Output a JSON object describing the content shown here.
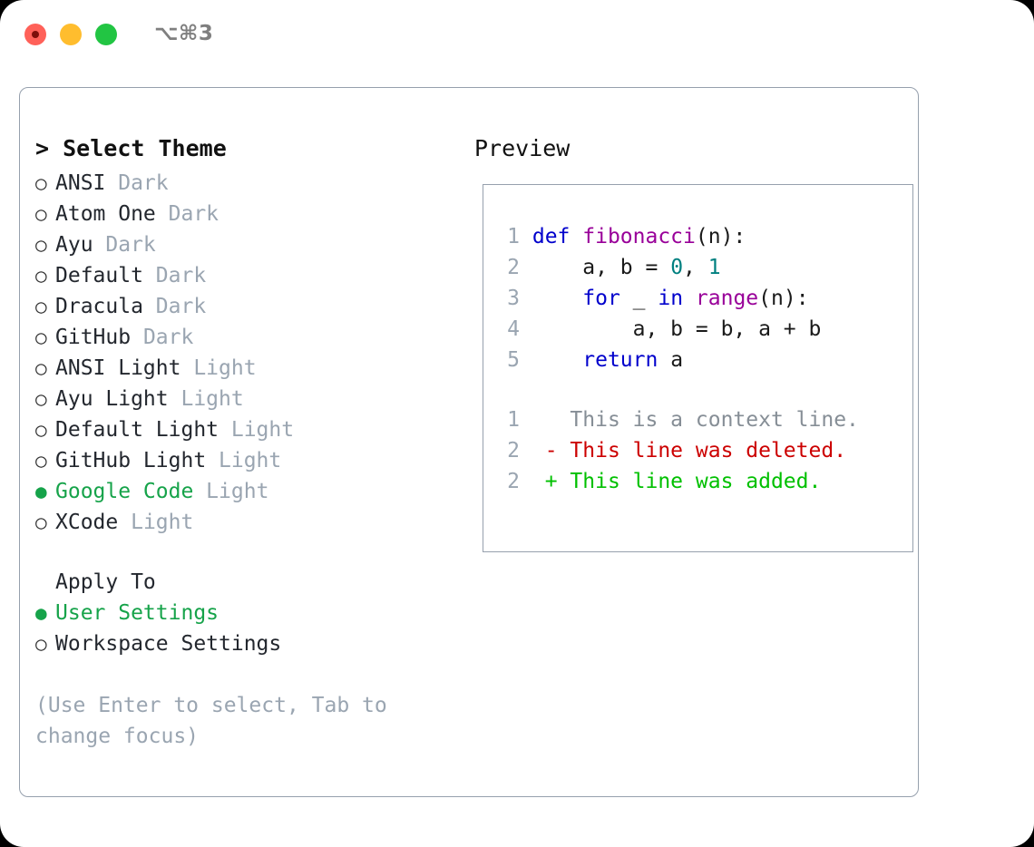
{
  "window": {
    "shortcut": "⌥⌘3",
    "traffic_lights": [
      {
        "name": "close",
        "color": "#ff6159"
      },
      {
        "name": "minimize",
        "color": "#ffbd2e"
      },
      {
        "name": "zoom",
        "color": "#22c543"
      }
    ]
  },
  "colors": {
    "accent_selected": "#16a34a",
    "muted": "#9aa5b1",
    "border": "#96a0ad",
    "text": "#23272e",
    "code_keyword": "#0000cc",
    "code_function": "#990099",
    "code_number": "#008080",
    "diff_deleted": "#cc0000",
    "diff_added": "#00c000"
  },
  "left": {
    "heading_marker": ">",
    "heading": "Select Theme",
    "marker_unselected": "○",
    "marker_selected": "●",
    "themes": [
      {
        "name": "ANSI",
        "tag": "Dark",
        "selected": false
      },
      {
        "name": "Atom One",
        "tag": "Dark",
        "selected": false
      },
      {
        "name": "Ayu",
        "tag": "Dark",
        "selected": false
      },
      {
        "name": "Default",
        "tag": "Dark",
        "selected": false
      },
      {
        "name": "Dracula",
        "tag": "Dark",
        "selected": false
      },
      {
        "name": "GitHub",
        "tag": "Dark",
        "selected": false
      },
      {
        "name": "ANSI Light",
        "tag": "Light",
        "selected": false
      },
      {
        "name": "Ayu Light",
        "tag": "Light",
        "selected": false
      },
      {
        "name": "Default Light",
        "tag": "Light",
        "selected": false
      },
      {
        "name": "GitHub Light",
        "tag": "Light",
        "selected": false
      },
      {
        "name": "Google Code",
        "tag": "Light",
        "selected": true
      },
      {
        "name": "XCode",
        "tag": "Light",
        "selected": false
      }
    ],
    "apply_to": {
      "heading": "Apply To",
      "options": [
        {
          "name": "User Settings",
          "selected": true
        },
        {
          "name": "Workspace Settings",
          "selected": false
        }
      ]
    },
    "hint": "(Use Enter to select, Tab to change focus)"
  },
  "right": {
    "heading": "Preview",
    "code_lines": [
      {
        "number": "1",
        "tokens": [
          {
            "text": "def ",
            "type": "keyword"
          },
          {
            "text": "fibonacci",
            "type": "function"
          },
          {
            "text": "(n):",
            "type": "plain"
          }
        ]
      },
      {
        "number": "2",
        "tokens": [
          {
            "text": "    a, b = ",
            "type": "plain"
          },
          {
            "text": "0",
            "type": "number"
          },
          {
            "text": ", ",
            "type": "plain"
          },
          {
            "text": "1",
            "type": "number"
          }
        ]
      },
      {
        "number": "3",
        "tokens": [
          {
            "text": "    ",
            "type": "plain"
          },
          {
            "text": "for",
            "type": "keyword"
          },
          {
            "text": " _ ",
            "type": "plain"
          },
          {
            "text": "in",
            "type": "keyword"
          },
          {
            "text": " ",
            "type": "plain"
          },
          {
            "text": "range",
            "type": "function"
          },
          {
            "text": "(n):",
            "type": "plain"
          }
        ]
      },
      {
        "number": "4",
        "tokens": [
          {
            "text": "        a, b = b, a + b",
            "type": "plain"
          }
        ]
      },
      {
        "number": "5",
        "tokens": [
          {
            "text": "    ",
            "type": "plain"
          },
          {
            "text": "return",
            "type": "keyword"
          },
          {
            "text": " a",
            "type": "plain"
          }
        ]
      }
    ],
    "diff_lines": [
      {
        "number": "1",
        "sign": " ",
        "text": " This is a context line.",
        "type": "context"
      },
      {
        "number": "2",
        "sign": "-",
        "text": " This line was deleted.",
        "type": "deleted"
      },
      {
        "number": "2",
        "sign": "+",
        "text": " This line was added.",
        "type": "added"
      }
    ]
  }
}
